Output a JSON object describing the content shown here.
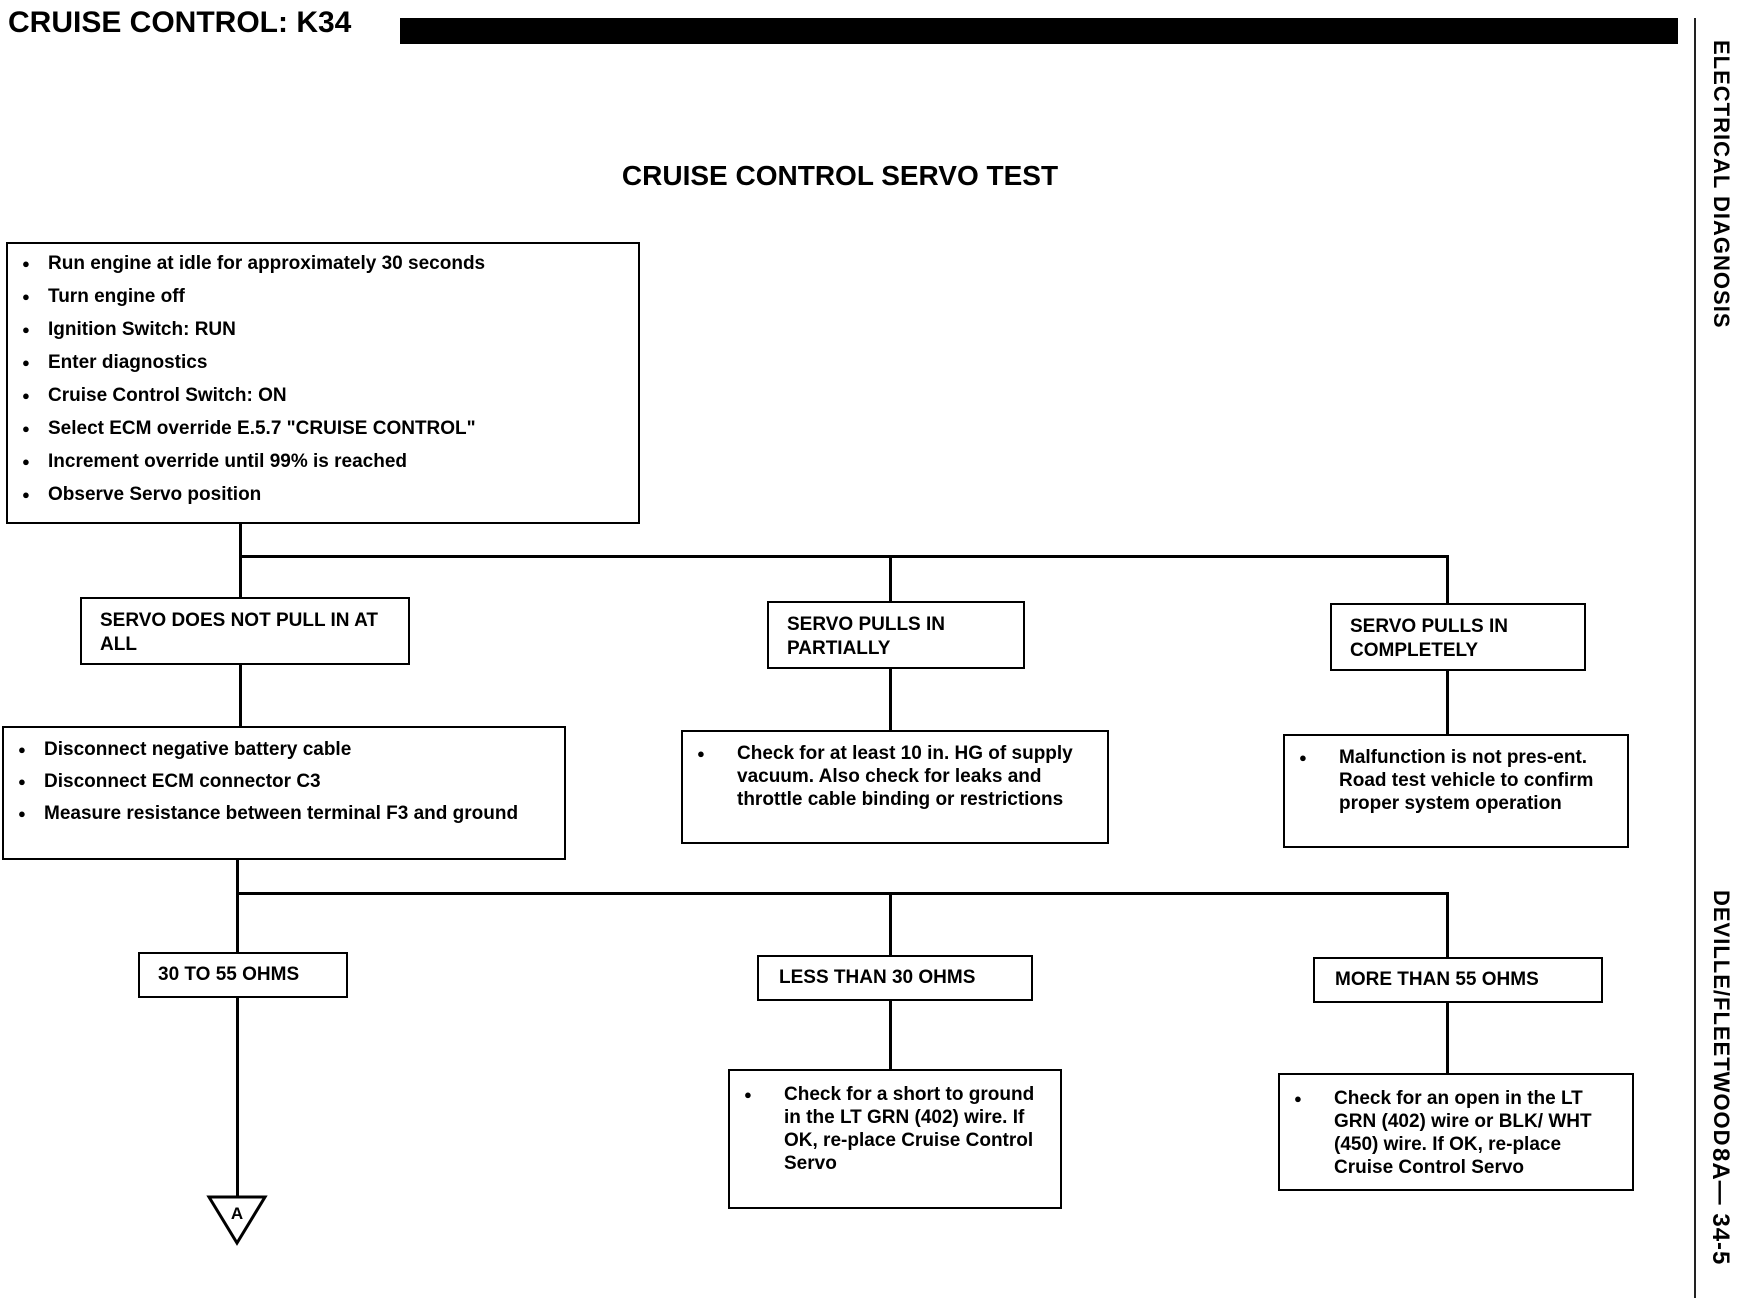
{
  "header": {
    "title": "CRUISE CONTROL: K34"
  },
  "side": {
    "section": "ELECTRICAL DIAGNOSIS",
    "model": "DEVILLE/FLEETWOOD",
    "page": "8A— 34-5"
  },
  "diagram": {
    "title": "CRUISE CONTROL SERVO TEST",
    "start_steps": [
      "Run engine at idle for approximately 30 seconds",
      "Turn engine off",
      "Ignition Switch:  RUN",
      "Enter diagnostics",
      "Cruise Control Switch: ON",
      "Select ECM override E.5.7  \"CRUISE CONTROL\"",
      "Increment override until 99% is reached",
      "Observe Servo position"
    ],
    "servo_results": [
      {
        "label": "SERVO DOES NOT PULL IN AT ALL"
      },
      {
        "label": "SERVO PULLS IN PARTIALLY"
      },
      {
        "label": "SERVO PULLS IN COMPLETELY"
      }
    ],
    "no_pull_steps": [
      "Disconnect negative battery cable",
      "Disconnect ECM connector C3",
      "Measure resistance between terminal F3 and ground"
    ],
    "partial_action": "Check for at least 10 in. HG of supply vacuum. Also check for leaks and throttle cable binding or restrictions",
    "complete_action": "Malfunction is not pres-ent. Road test vehicle to confirm proper system operation",
    "resistance_results": [
      {
        "label": "30 TO 55 OHMS"
      },
      {
        "label": "LESS THAN 30 OHMS"
      },
      {
        "label": "MORE THAN 55 OHMS"
      }
    ],
    "less_action": "Check for a short to ground in the LT GRN (402) wire. If OK, re-place Cruise Control Servo",
    "more_action": "Check for an open in the LT GRN (402) wire or BLK/ WHT (450) wire. If OK, re-place Cruise Control Servo",
    "connector_label": "A"
  }
}
